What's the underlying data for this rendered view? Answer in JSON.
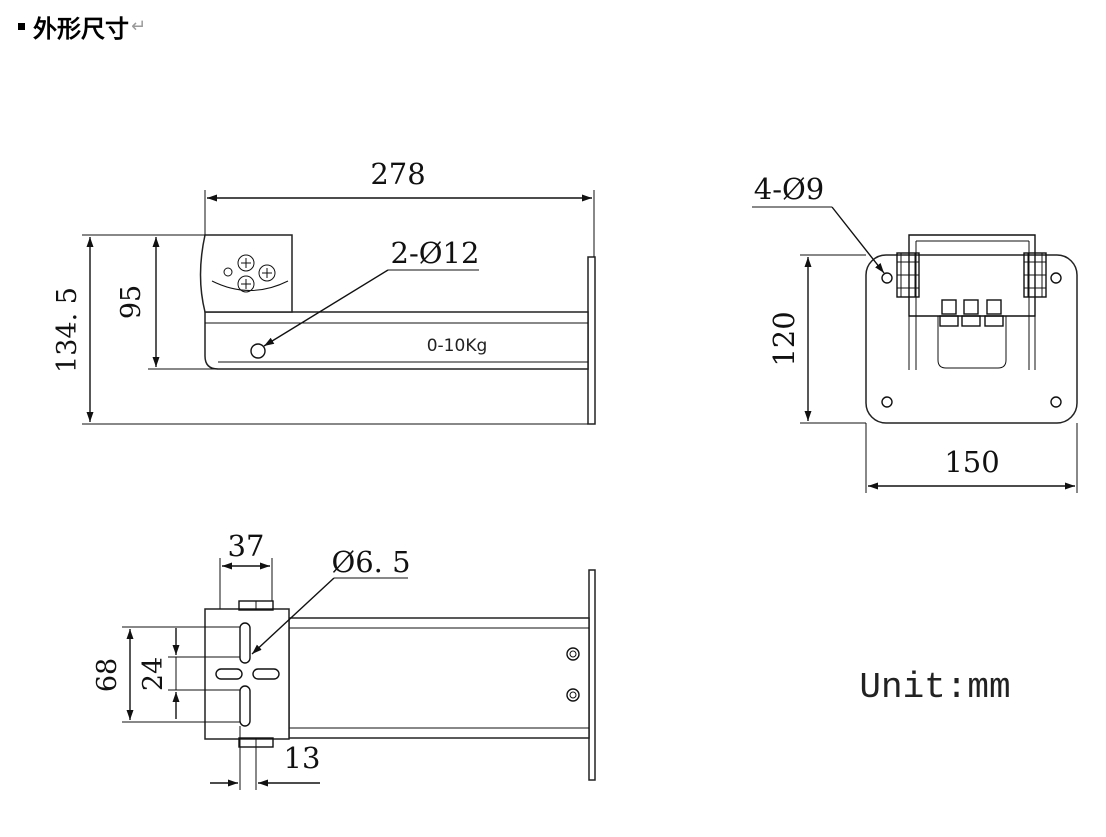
{
  "heading": {
    "title": "外形尺寸",
    "return_mark": "↵"
  },
  "side_view": {
    "width_label": "278",
    "height_label": "134. 5",
    "mount_height_label": "95",
    "hole_label": "2-Ø12",
    "load_label": "0-10Kg"
  },
  "end_view": {
    "hole_label": "4-Ø9",
    "height_label": "120",
    "width_label": "150"
  },
  "top_view": {
    "width_label": "37",
    "slot_label": "Ø6. 5",
    "height_label": "68",
    "slot_spacing_label": "24",
    "slot_width_label": "13"
  },
  "unit_label": "Unit:mm"
}
